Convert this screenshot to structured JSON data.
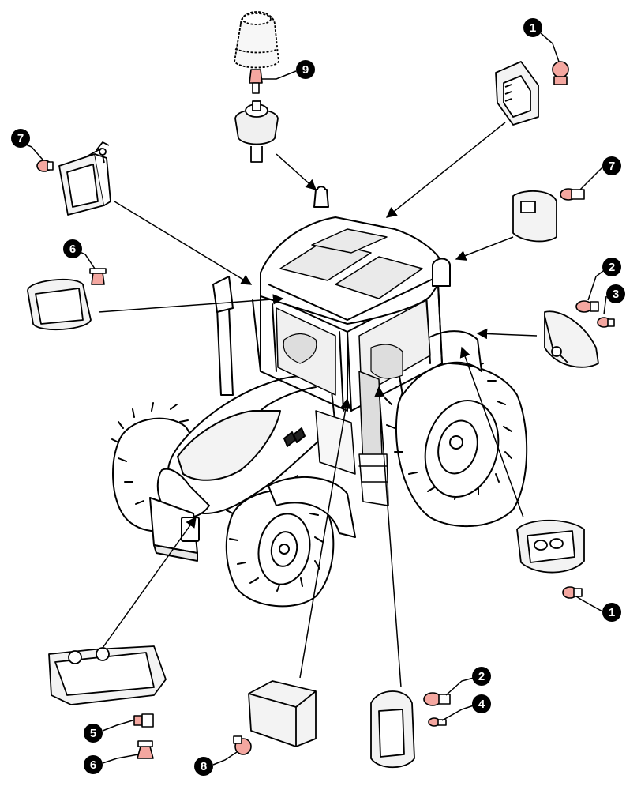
{
  "callouts": [
    "1",
    "9",
    "7",
    "7",
    "6",
    "2",
    "3",
    "1",
    "2",
    "4",
    "5",
    "6",
    "8"
  ],
  "colors": {
    "line": "#000000",
    "bulb": "#f4a7a0",
    "fill": "#ffffff",
    "shade": "#e8e8e8"
  }
}
